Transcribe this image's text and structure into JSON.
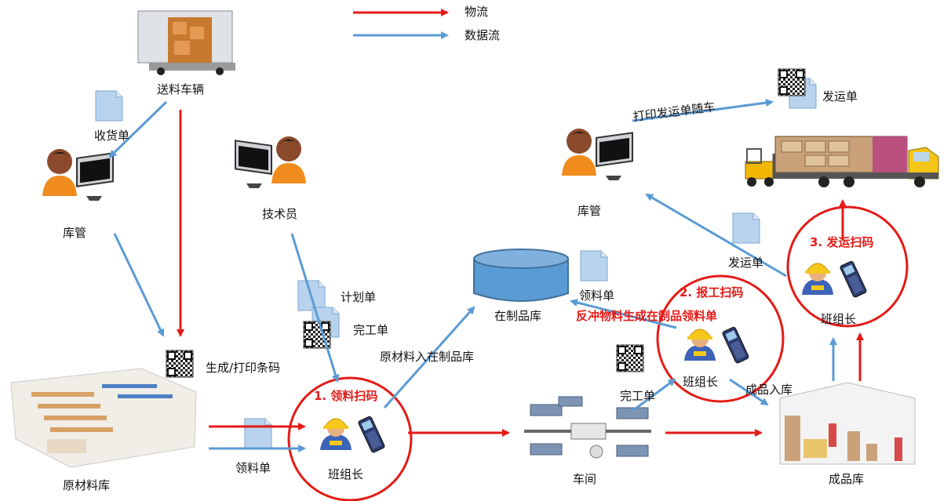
{
  "legend": {
    "logistics": "物流",
    "data_flow": "数据流"
  },
  "colors": {
    "logistics": "#e41b17",
    "data_flow": "#5b9bd5",
    "doc": "#b9d3ee",
    "db": "#5b9bd5"
  },
  "nodes": {
    "truck": "送料车辆",
    "receiving_doc": "收货单",
    "warehouse_keeper_left": "库管",
    "technician": "技术员",
    "plan_doc": "计划单",
    "finish_doc_top": "完工单",
    "raw_warehouse": "原材料库",
    "generate_barcode": "生成/打印条码",
    "pick_doc": "领料单",
    "team_leader_1": "班组长",
    "step1": "1. 领料扫码",
    "raw_to_wip": "原材料入在制品库",
    "wip_warehouse": "在制品库",
    "pick_doc_right": "领料单",
    "workshop": "车间",
    "finish_doc_bottom": "完工单",
    "step2": "2. 报工扫码",
    "backflush": "反冲物料生成在制品领料单",
    "team_leader_2": "班组长",
    "finished_in": "成品入库",
    "finished_warehouse": "成品库",
    "ship_doc_mid": "发运单",
    "step3": "3. 发运扫码",
    "team_leader_3": "班组长",
    "warehouse_keeper_right": "库管",
    "print_ship_doc": "打印发运单随车",
    "ship_doc_top": "发运单"
  }
}
